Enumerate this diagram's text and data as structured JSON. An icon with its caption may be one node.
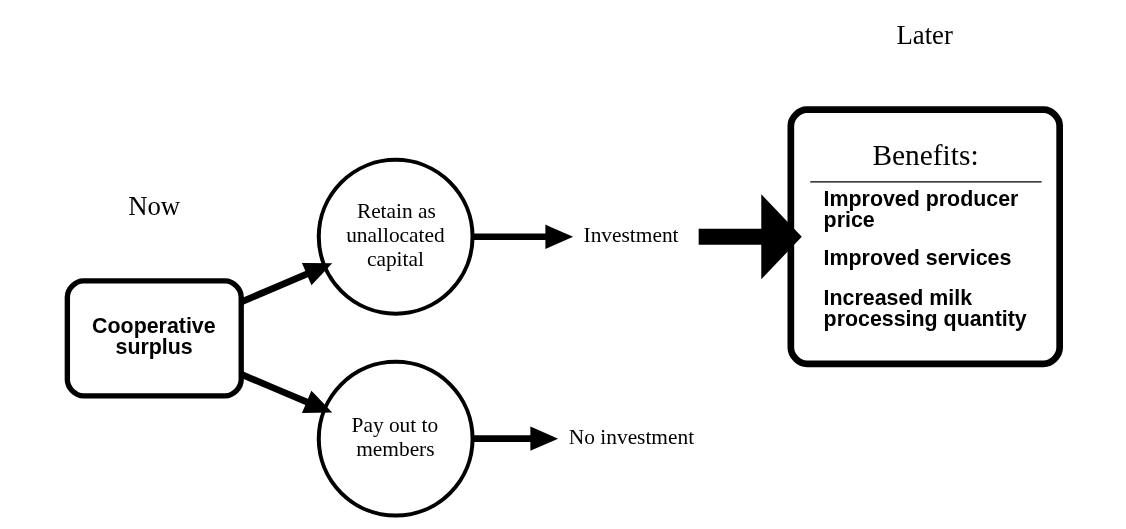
{
  "diagram": {
    "nodes": [
      {
        "text": [
          "Cooperative surplus"
        ]
      },
      {
        "text": [
          "Retain as unallocated capital"
        ]
      },
      {
        "text": [
          "Pay out to members"
        ]
      },
      {
        "text": [
          "Investment"
        ]
      },
      {
        "text": [
          "No investment"
        ]
      },
      {
        "text": [
          "Benefits:",
          "Improved producer price",
          "Improved services",
          "Increased milk processing quantity"
        ]
      }
    ],
    "edges": [
      {
        "from": 0,
        "to": 1,
        "arrow": "to"
      },
      {
        "from": 0,
        "to": 2,
        "arrow": "to"
      },
      {
        "from": 1,
        "to": 3,
        "arrow": "to"
      },
      {
        "from": 2,
        "to": 4,
        "arrow": "to"
      },
      {
        "from": 3,
        "to": 5,
        "arrow": "to",
        "style": "thick"
      }
    ],
    "labels": [
      "Now",
      "Later"
    ]
  }
}
